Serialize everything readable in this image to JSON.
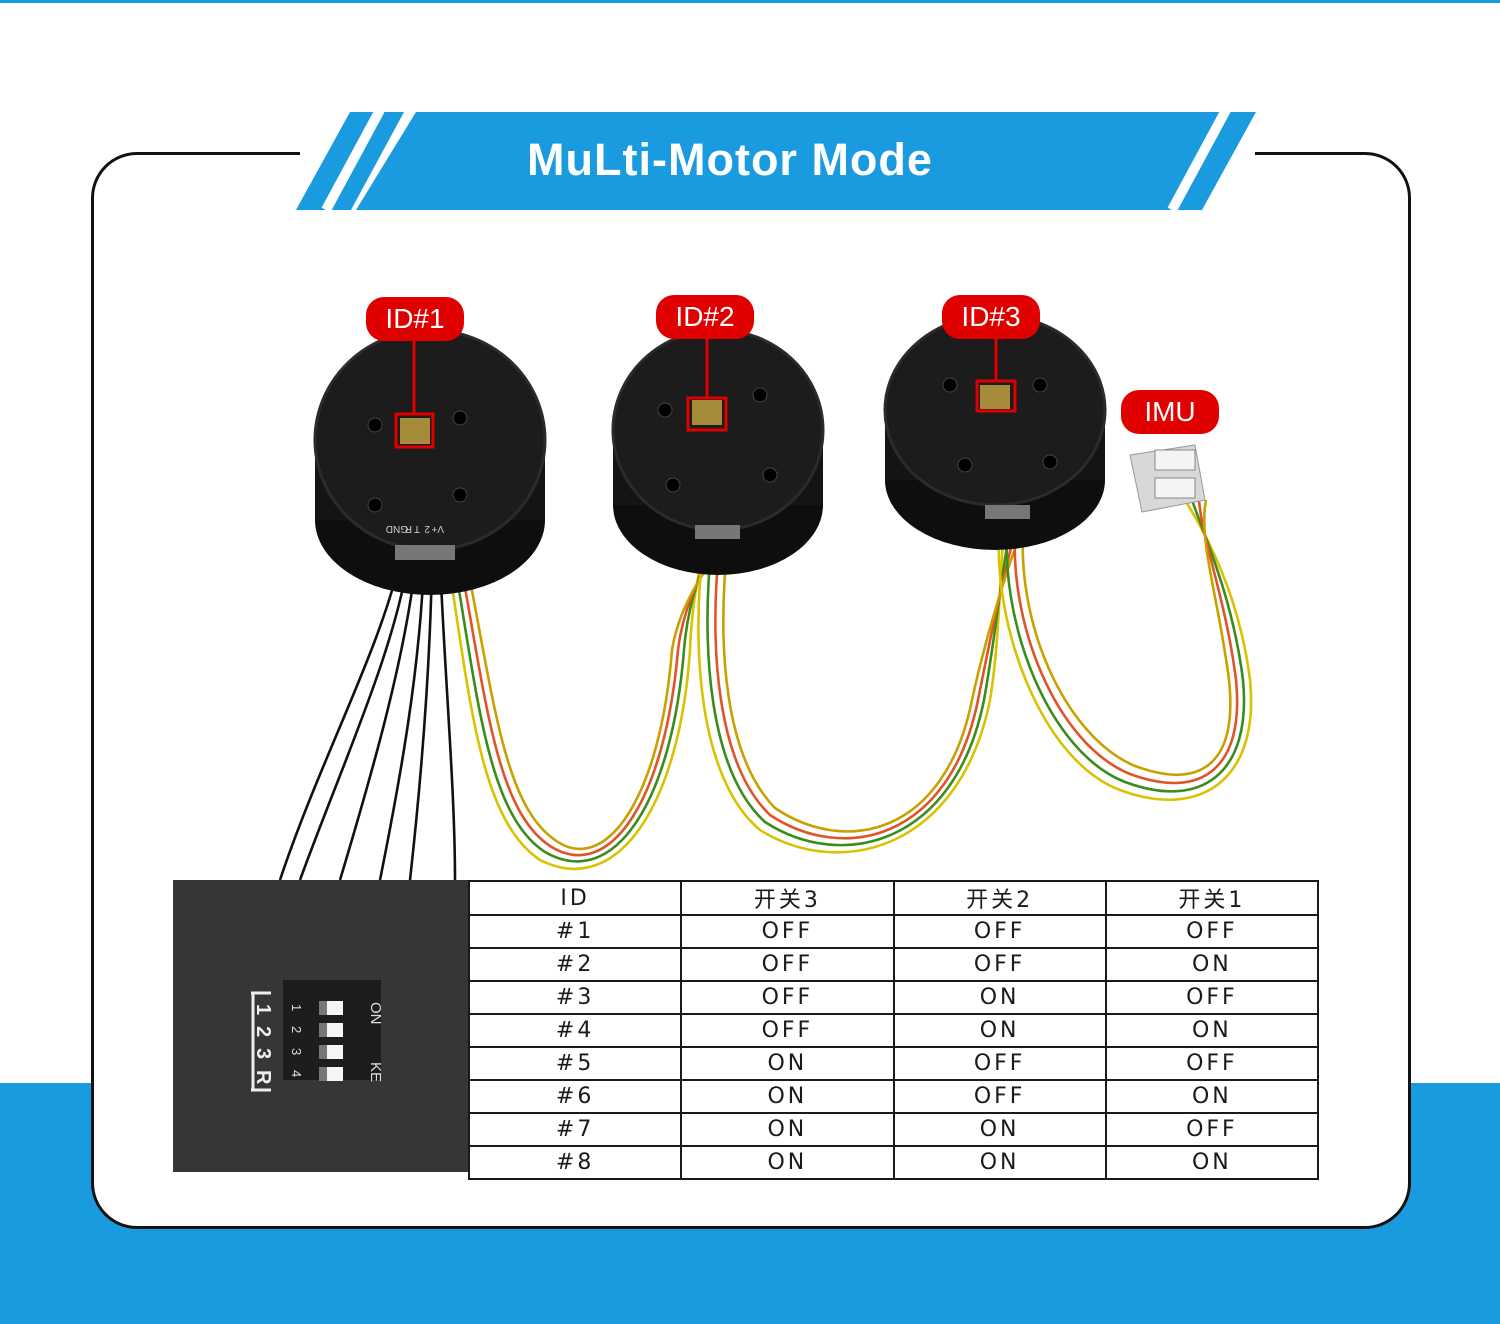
{
  "banner": {
    "title": "MuLti-Motor Mode"
  },
  "tags": {
    "id1": "ID#1",
    "id2": "ID#2",
    "id3": "ID#3",
    "imu": "IMU"
  },
  "dip_switch": {
    "numbers": [
      "1",
      "2",
      "3",
      "R"
    ],
    "switch_numbers": [
      "1",
      "2",
      "3",
      "4"
    ],
    "on_label": "ON",
    "ke_label": "KE"
  },
  "motor_label": [
    "V+",
    "T",
    "R",
    "GND",
    "2"
  ],
  "table": {
    "headers": [
      "ID",
      "开关3",
      "开关2",
      "开关1"
    ],
    "rows": [
      [
        "#1",
        "OFF",
        "OFF",
        "OFF"
      ],
      [
        "#2",
        "OFF",
        "OFF",
        "ON"
      ],
      [
        "#3",
        "OFF",
        "ON",
        "OFF"
      ],
      [
        "#4",
        "OFF",
        "ON",
        "ON"
      ],
      [
        "#5",
        "ON",
        "OFF",
        "OFF"
      ],
      [
        "#6",
        "ON",
        "OFF",
        "ON"
      ],
      [
        "#7",
        "ON",
        "ON",
        "OFF"
      ],
      [
        "#8",
        "ON",
        "ON",
        "ON"
      ]
    ]
  },
  "colors": {
    "accent": "#1a9be0",
    "tag_red": "#e00000",
    "motor": "#111111"
  }
}
